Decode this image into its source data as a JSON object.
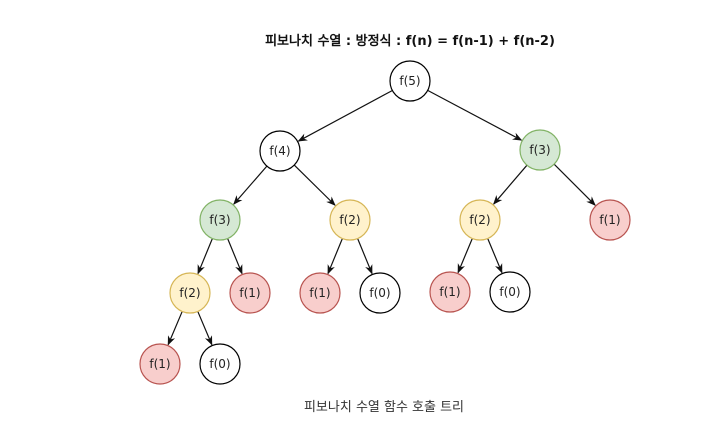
{
  "title": "피보나치 수열 :  방정식 : f(n) = f(n-1) + f(n-2)",
  "caption": "피보나치 수열 함수 호출 트리",
  "colors": {
    "white": {
      "fill": "#ffffff",
      "stroke": "#000000"
    },
    "green": {
      "fill": "#d5e8d4",
      "stroke": "#82b366"
    },
    "yellow": {
      "fill": "#fff2cc",
      "stroke": "#d6b656"
    },
    "red": {
      "fill": "#f8cecc",
      "stroke": "#b85450"
    }
  },
  "nodes": [
    {
      "id": "n5",
      "label": "f(5)",
      "color": "white"
    },
    {
      "id": "n4",
      "label": "f(4)",
      "color": "white"
    },
    {
      "id": "n3r",
      "label": "f(3)",
      "color": "green"
    },
    {
      "id": "n3l",
      "label": "f(3)",
      "color": "green"
    },
    {
      "id": "n2a",
      "label": "f(2)",
      "color": "yellow"
    },
    {
      "id": "n2b",
      "label": "f(2)",
      "color": "yellow"
    },
    {
      "id": "n1r",
      "label": "f(1)",
      "color": "red"
    },
    {
      "id": "n2c",
      "label": "f(2)",
      "color": "yellow"
    },
    {
      "id": "n1a",
      "label": "f(1)",
      "color": "red"
    },
    {
      "id": "n1b",
      "label": "f(1)",
      "color": "red"
    },
    {
      "id": "n0a",
      "label": "f(0)",
      "color": "white"
    },
    {
      "id": "n1c",
      "label": "f(1)",
      "color": "red"
    },
    {
      "id": "n0b",
      "label": "f(0)",
      "color": "white"
    },
    {
      "id": "n1d",
      "label": "f(1)",
      "color": "red"
    },
    {
      "id": "n0c",
      "label": "f(0)",
      "color": "white"
    }
  ],
  "edges": [
    [
      "n5",
      "n4"
    ],
    [
      "n5",
      "n3r"
    ],
    [
      "n4",
      "n3l"
    ],
    [
      "n4",
      "n2a"
    ],
    [
      "n3r",
      "n2b"
    ],
    [
      "n3r",
      "n1r"
    ],
    [
      "n3l",
      "n2c"
    ],
    [
      "n3l",
      "n1a"
    ],
    [
      "n2a",
      "n1b"
    ],
    [
      "n2a",
      "n0a"
    ],
    [
      "n2b",
      "n1c"
    ],
    [
      "n2b",
      "n0b"
    ],
    [
      "n2c",
      "n1d"
    ],
    [
      "n2c",
      "n0c"
    ]
  ]
}
